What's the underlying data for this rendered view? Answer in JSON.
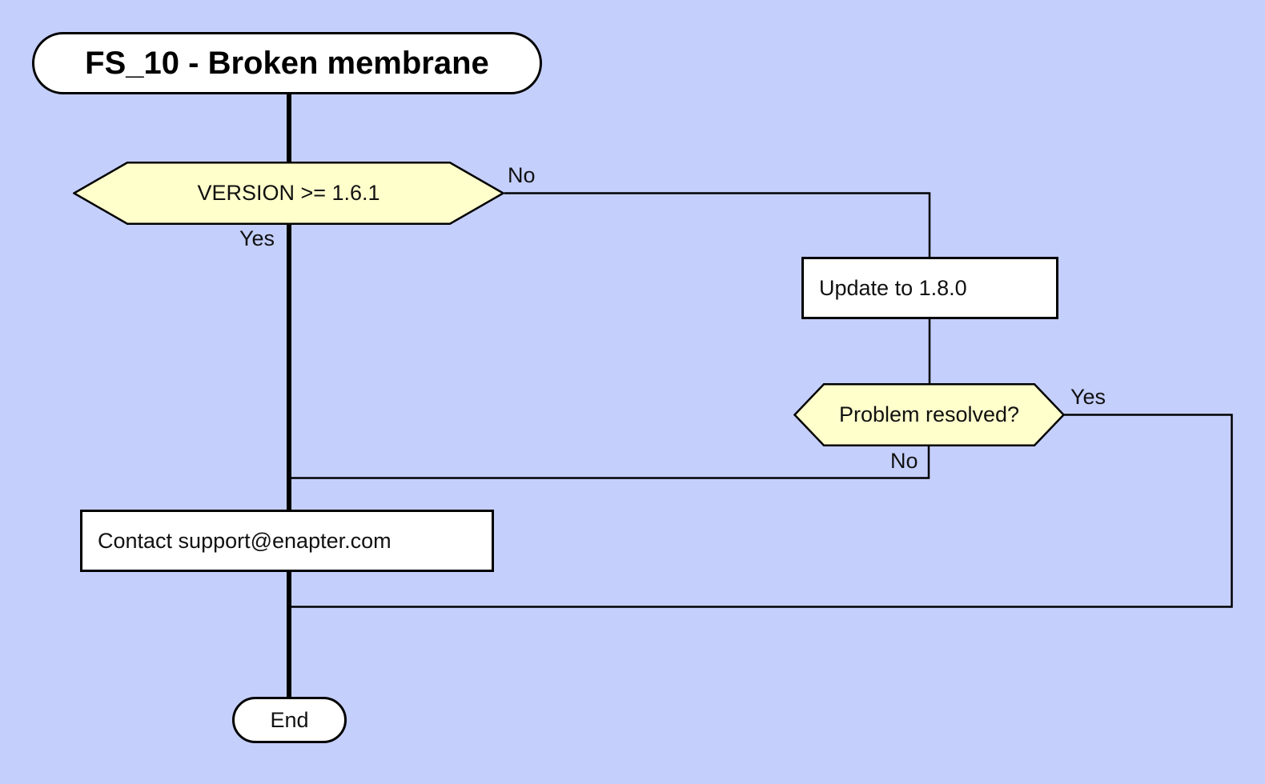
{
  "canvas": {
    "background_color": "#c5cffc",
    "node_fill_color": "#ffffff",
    "decision_fill_color": "#ffffcc",
    "line_color": "#000000"
  },
  "nodes": {
    "start": {
      "label": "FS_10 - Broken membrane",
      "shape": "stadium"
    },
    "decision_version": {
      "label": "VERSION >= 1.6.1",
      "shape": "hexagon"
    },
    "update": {
      "label": "Update to 1.8.0",
      "shape": "process"
    },
    "decision_resolved": {
      "label": "Problem resolved?",
      "shape": "hexagon"
    },
    "contact": {
      "label": "Contact support@enapter.com",
      "shape": "process"
    },
    "end": {
      "label": "End",
      "shape": "stadium"
    }
  },
  "edge_labels": {
    "version_no": "No",
    "version_yes": "Yes",
    "resolved_yes": "Yes",
    "resolved_no": "No"
  }
}
